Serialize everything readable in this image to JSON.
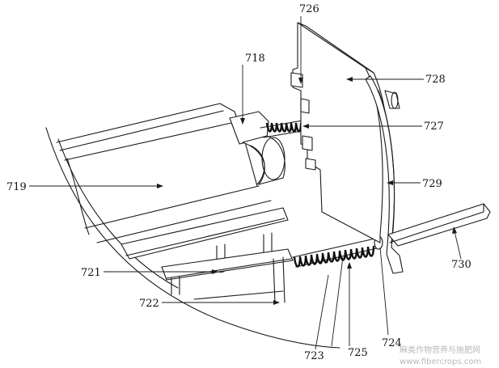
{
  "figure": {
    "callouts": {
      "c726": "726",
      "c718": "718",
      "c728": "728",
      "c727": "727",
      "c719": "719",
      "c729": "729",
      "c721": "721",
      "c730": "730",
      "c722": "722",
      "c723": "723",
      "c725": "725",
      "c724": "724"
    }
  },
  "watermark": {
    "name": "麻类作物营养与施肥网",
    "url": "www.fibercrops.com"
  }
}
